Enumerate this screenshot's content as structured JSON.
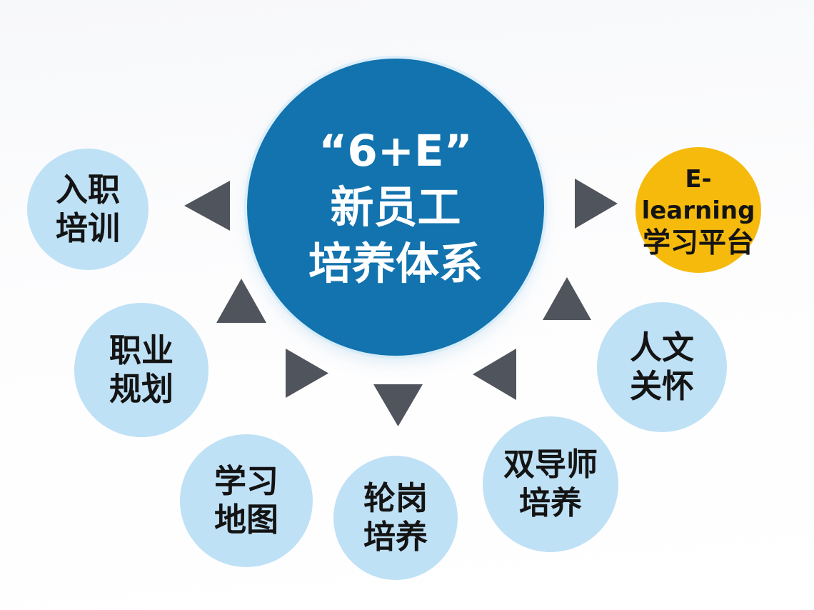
{
  "diagram": {
    "center": {
      "lines": [
        "“6+E”",
        "新员工",
        "培养体系"
      ]
    },
    "nodes": [
      {
        "id": "onboarding-training",
        "lines": [
          "入职",
          "培训"
        ]
      },
      {
        "id": "career-planning",
        "lines": [
          "职业",
          "规划"
        ]
      },
      {
        "id": "learning-map",
        "lines": [
          "学习",
          "地图"
        ]
      },
      {
        "id": "job-rotation",
        "lines": [
          "轮岗",
          "培养"
        ]
      },
      {
        "id": "dual-mentor",
        "lines": [
          "双导师",
          "培养"
        ]
      },
      {
        "id": "humanistic-care",
        "lines": [
          "人文",
          "关怀"
        ]
      },
      {
        "id": "elearning-platform",
        "lines": [
          "E-learning",
          "学习平台"
        ]
      }
    ],
    "icons": {
      "arrows": [
        {
          "name": "arrow-onboarding-icon",
          "shape": "triangle-left"
        },
        {
          "name": "arrow-career-planning-icon",
          "shape": "triangle-up"
        },
        {
          "name": "arrow-learning-map-icon",
          "shape": "triangle-right"
        },
        {
          "name": "arrow-rotation-icon",
          "shape": "triangle-down"
        },
        {
          "name": "arrow-dual-mentor-icon",
          "shape": "triangle-left"
        },
        {
          "name": "arrow-humanistic-care-icon",
          "shape": "triangle-up"
        },
        {
          "name": "arrow-elearning-icon",
          "shape": "triangle-right"
        }
      ]
    },
    "colors": {
      "center_circle": "#1273ae",
      "satellite_circle": "#bfe1f6",
      "elearning_circle": "#f6ba0c",
      "arrow": "#50545c",
      "center_text": "#ffffff",
      "node_text": "#141414",
      "background": "#fbfbfc"
    }
  }
}
